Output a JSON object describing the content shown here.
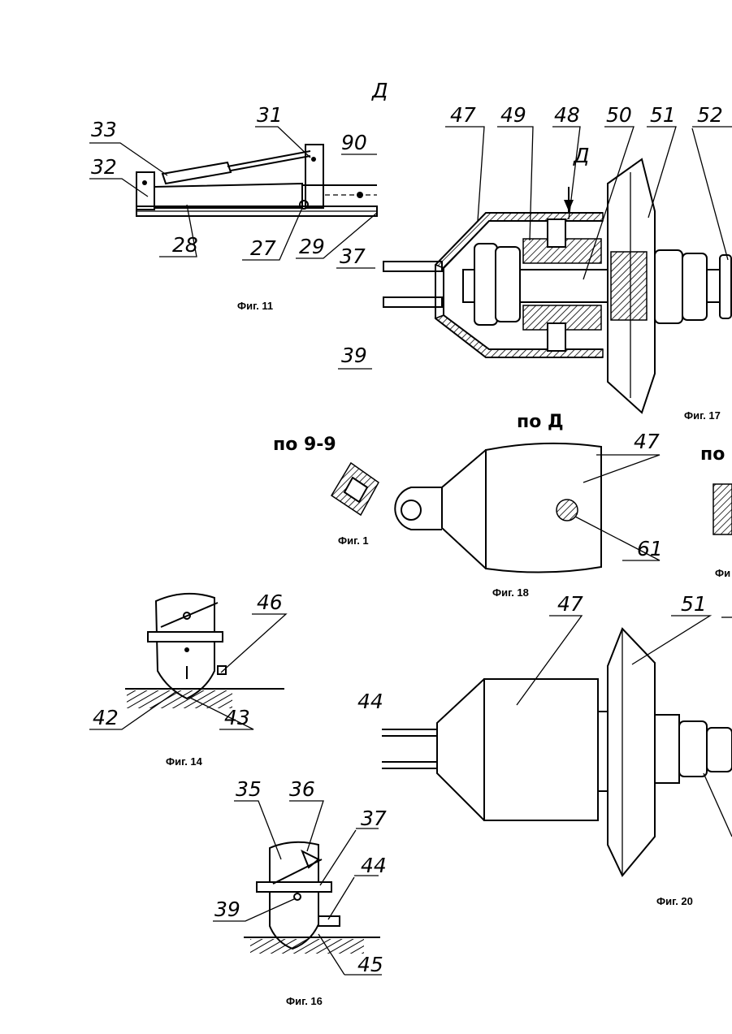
{
  "figures": [
    {
      "id": "fig11",
      "caption": "Фиг. 11",
      "labels": [
        "33",
        "32",
        "31",
        "28",
        "27",
        "29",
        "90",
        "37",
        "39"
      ]
    },
    {
      "id": "fig13",
      "caption": "Фиг. 1",
      "section": "по 9-9"
    },
    {
      "id": "fig14",
      "caption": "Фиг. 14",
      "labels": [
        "46",
        "42",
        "43"
      ]
    },
    {
      "id": "fig16",
      "caption": "Фиг. 16",
      "labels": [
        "35",
        "36",
        "37",
        "39",
        "44",
        "45"
      ]
    },
    {
      "id": "fig17",
      "caption": "Фиг. 17",
      "labels": [
        "47",
        "49",
        "48",
        "50",
        "51",
        "52",
        "Д"
      ]
    },
    {
      "id": "fig18",
      "caption": "Фиг. 18",
      "section": "по Д",
      "labels": [
        "47",
        "61"
      ]
    },
    {
      "id": "fig19",
      "caption": "Фи",
      "section": "по"
    },
    {
      "id": "fig20",
      "caption": "Фиг. 20",
      "labels": [
        "47",
        "51"
      ]
    }
  ],
  "edge_labels": [
    "44",
    "Д"
  ]
}
